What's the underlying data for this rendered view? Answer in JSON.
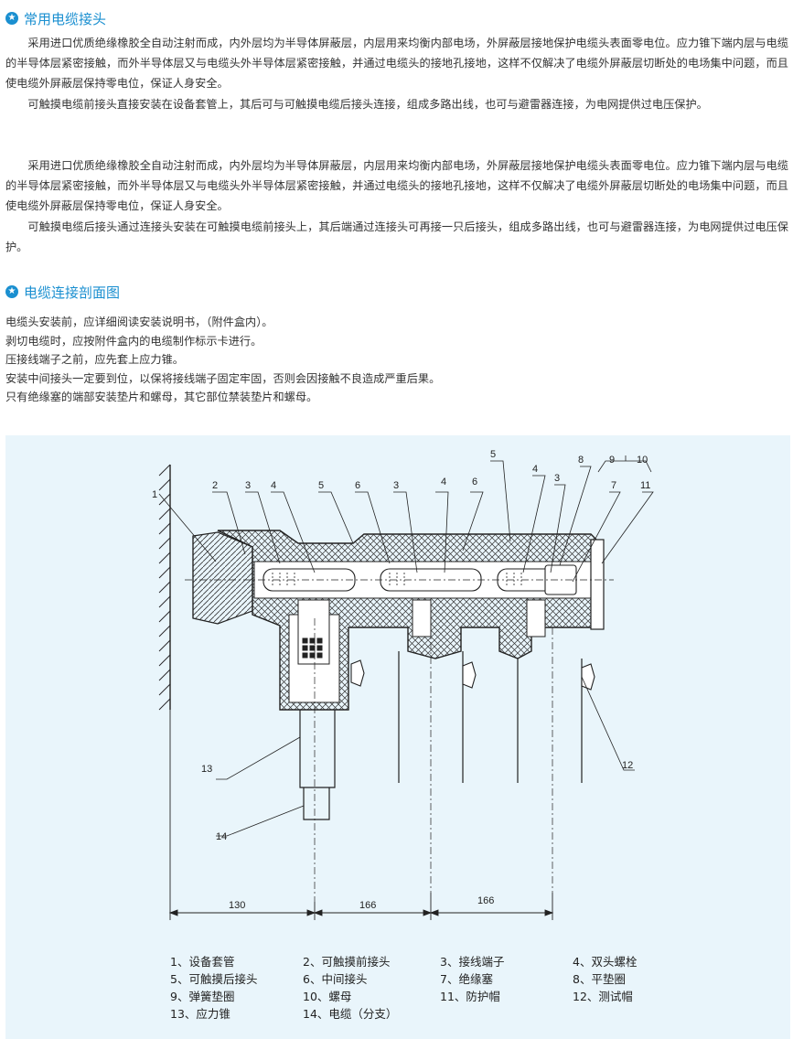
{
  "section1": {
    "title": "常用电缆接头",
    "paragraphs": [
      "采用进口优质绝缘橡胶全自动注射而成，内外层均为半导体屏蔽层，内层用来均衡内部电场，外屏蔽层接地保护电缆头表面零电位。应力锥下端内层与电缆的半导体层紧密接触，而外半导体层又与电缆头外半导体层紧密接触，并通过电缆头的接地孔接地，这样不仅解决了电缆外屏蔽层切断处的电场集中问题，而且使电缆外屏蔽层保持零电位，保证人身安全。",
      "可触摸电缆前接头直接安装在设备套管上，其后可与可触摸电缆后接头连接，组成多路出线，也可与避雷器连接，为电网提供过电压保护。",
      "采用进口优质绝缘橡胶全自动注射而成，内外层均为半导体屏蔽层，内层用来均衡内部电场，外屏蔽层接地保护电缆头表面零电位。应力锥下端内层与电缆的半导体层紧密接触，而外半导体层又与电缆头外半导体层紧密接触，并通过电缆头的接地孔接地，这样不仅解决了电缆外屏蔽层切断处的电场集中问题，而且使电缆外屏蔽层保持零电位，保证人身安全。",
      "可触摸电缆后接头通过连接头安装在可触摸电缆前接头上，其后端通过连接头可再接一只后接头，组成多路出线，也可与避雷器连接，为电网提供过电压保护。"
    ]
  },
  "section2": {
    "title": "电缆连接剖面图",
    "notes": [
      "电缆头安装前，应详细阅读安装说明书，（附件盒内）。",
      "剥切电缆时，应按附件盒内的电缆制作标示卡进行。",
      "压接线端子之前，应先套上应力锥。",
      "安装中间接头一定要到位，以保将接线端子固定牢固，否则会因接触不良造成严重后果。",
      "只有绝缘塞的端部安装垫片和螺母，其它部位禁装垫片和螺母。"
    ]
  },
  "diagram": {
    "callouts": [
      "1",
      "2",
      "3",
      "4",
      "5",
      "6",
      "3",
      "4",
      "6",
      "5",
      "4",
      "3",
      "8",
      "9",
      "10",
      "7",
      "11",
      "12",
      "13",
      "14"
    ],
    "dimensions": [
      "130",
      "166",
      "166"
    ]
  },
  "legend": [
    [
      "1、设备套管",
      "2、可触摸前接头",
      "3、接线端子",
      "4、双头螺栓"
    ],
    [
      "5、可触摸后接头",
      "6、中间接头",
      "7、绝缘塞",
      "8、平垫圈"
    ],
    [
      "9、弹簧垫圈",
      "10、螺母",
      "11、防护帽",
      "12、测试帽"
    ],
    [
      "13、应力锥",
      "14、电缆（分支）"
    ]
  ],
  "colors": {
    "accent": "#1a8fd0",
    "figure_bg": "#e9f5fb"
  }
}
